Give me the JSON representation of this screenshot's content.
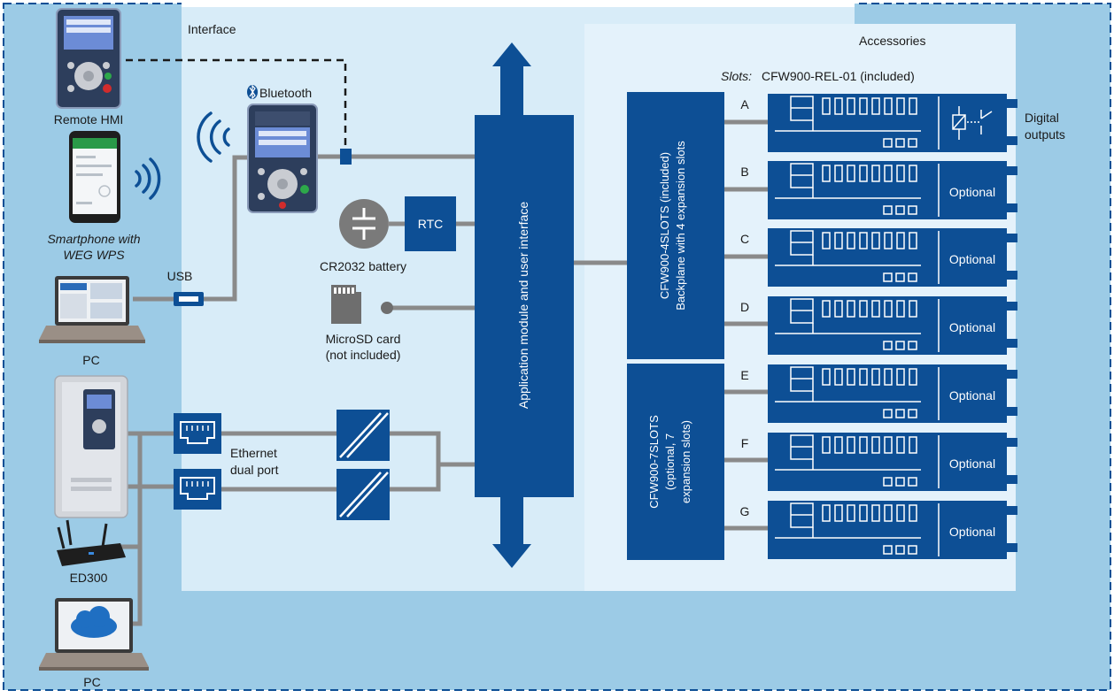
{
  "colors": {
    "outer_bg": "#9ccbe6",
    "inner_bg": "#d8ecf8",
    "accessory_bg": "#e4f2fb",
    "dark_blue": "#0d4f95",
    "line_grey": "#8a8a8a",
    "text": "#1a1a1a",
    "white": "#ffffff"
  },
  "labels": {
    "interface": "Interface",
    "accessories": "Accessories",
    "slots_prefix": "Slots:",
    "slots_value": "CFW900-REL-01 (included)",
    "remote_hmi": "Remote HMI",
    "bluetooth": "Bluetooth",
    "smartphone_line1": "Smartphone with",
    "smartphone_line2": "WEG WPS",
    "usb": "USB",
    "pc_top": "PC",
    "pc_bottom": "PC",
    "ed300": "ED300",
    "rtc": "RTC",
    "battery": "CR2032 battery",
    "microsd_line1": "MicroSD card",
    "microsd_line2": "(not included)",
    "ethernet_line1": "Ethernet",
    "ethernet_line2": "dual port",
    "app_module": "Application module and user interface",
    "backplane4_line1": "CFW900-4SLOTS (included)",
    "backplane4_line2": "Backplane with 4 expansion slots",
    "backplane7_line1": "CFW900-7SLOTS",
    "backplane7_line2": "(optional, 7",
    "backplane7_line3": "expansion slots)",
    "digital_outputs_line1": "Digital",
    "digital_outputs_line2": "outputs"
  },
  "slots": [
    {
      "letter": "A",
      "content": ""
    },
    {
      "letter": "B",
      "content": "Optional"
    },
    {
      "letter": "C",
      "content": "Optional"
    },
    {
      "letter": "D",
      "content": "Optional"
    },
    {
      "letter": "E",
      "content": "Optional"
    },
    {
      "letter": "F",
      "content": "Optional"
    },
    {
      "letter": "G",
      "content": "Optional"
    }
  ]
}
